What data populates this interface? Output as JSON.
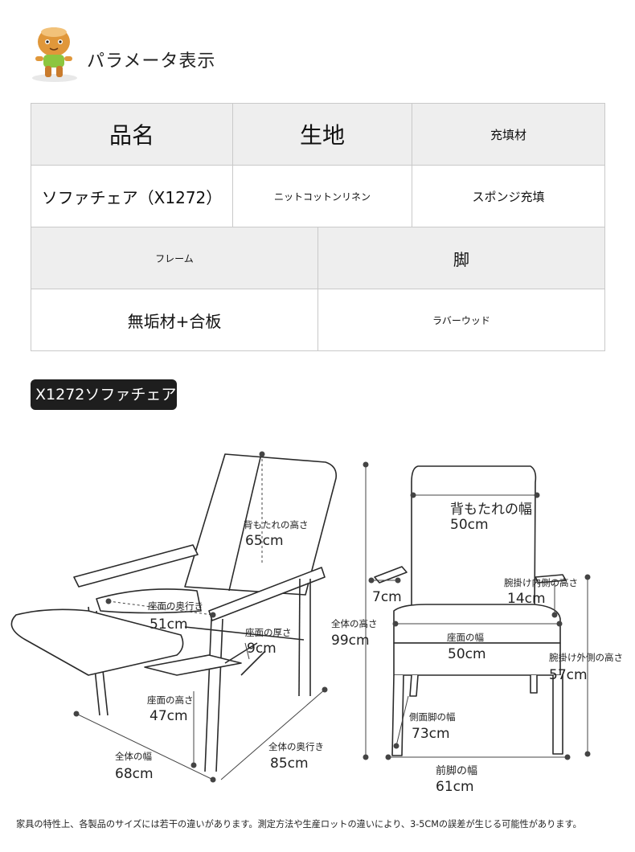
{
  "section": {
    "title": "パラメータ表示"
  },
  "spec_table_1": {
    "headers": [
      "品名",
      "生地",
      "充填材"
    ],
    "values": [
      "ソファチェア（X1272）",
      "ニットコットンリネン",
      "スポンジ充填"
    ]
  },
  "spec_table_2": {
    "headers": [
      "フレーム",
      "脚"
    ],
    "values": [
      "無垢材+合板",
      "ラバーウッド"
    ]
  },
  "model_tag": "X1272ソファチェア",
  "dimensions": {
    "back_height_label": "背もたれの高さ",
    "back_height_value": "65cm",
    "seat_depth_label": "座面の奥行き",
    "seat_depth_value": "51cm",
    "seat_thickness_label": "座面の厚さ",
    "seat_thickness_value": "9cm",
    "seat_height_label": "座面の高さ",
    "seat_height_value": "47cm",
    "overall_width_label": "全体の幅",
    "overall_width_value": "68cm",
    "overall_depth_label": "全体の奥行き",
    "overall_depth_value": "85cm",
    "overall_height_label": "全体の高さ",
    "overall_height_value": "99cm",
    "arm_offset_value": "7cm",
    "back_width_label": "背もたれの幅",
    "back_width_value": "50cm",
    "arm_inner_height_label": "腕掛け内側の高さ",
    "arm_inner_height_value": "14cm",
    "seat_width_label": "座面の幅",
    "seat_width_value": "50cm",
    "arm_outer_height_label": "腕掛け外側の高さ",
    "arm_outer_height_value": "57cm",
    "side_leg_width_label": "側面脚の幅",
    "side_leg_width_value": "73cm",
    "front_leg_width_label": "前脚の幅",
    "front_leg_width_value": "61cm"
  },
  "footer_note": "家具の特性上、各製品のサイズには若干の違いがあります。測定方法や生産ロットの違いにより、3-5CMの誤差が生じる可能性があります。"
}
